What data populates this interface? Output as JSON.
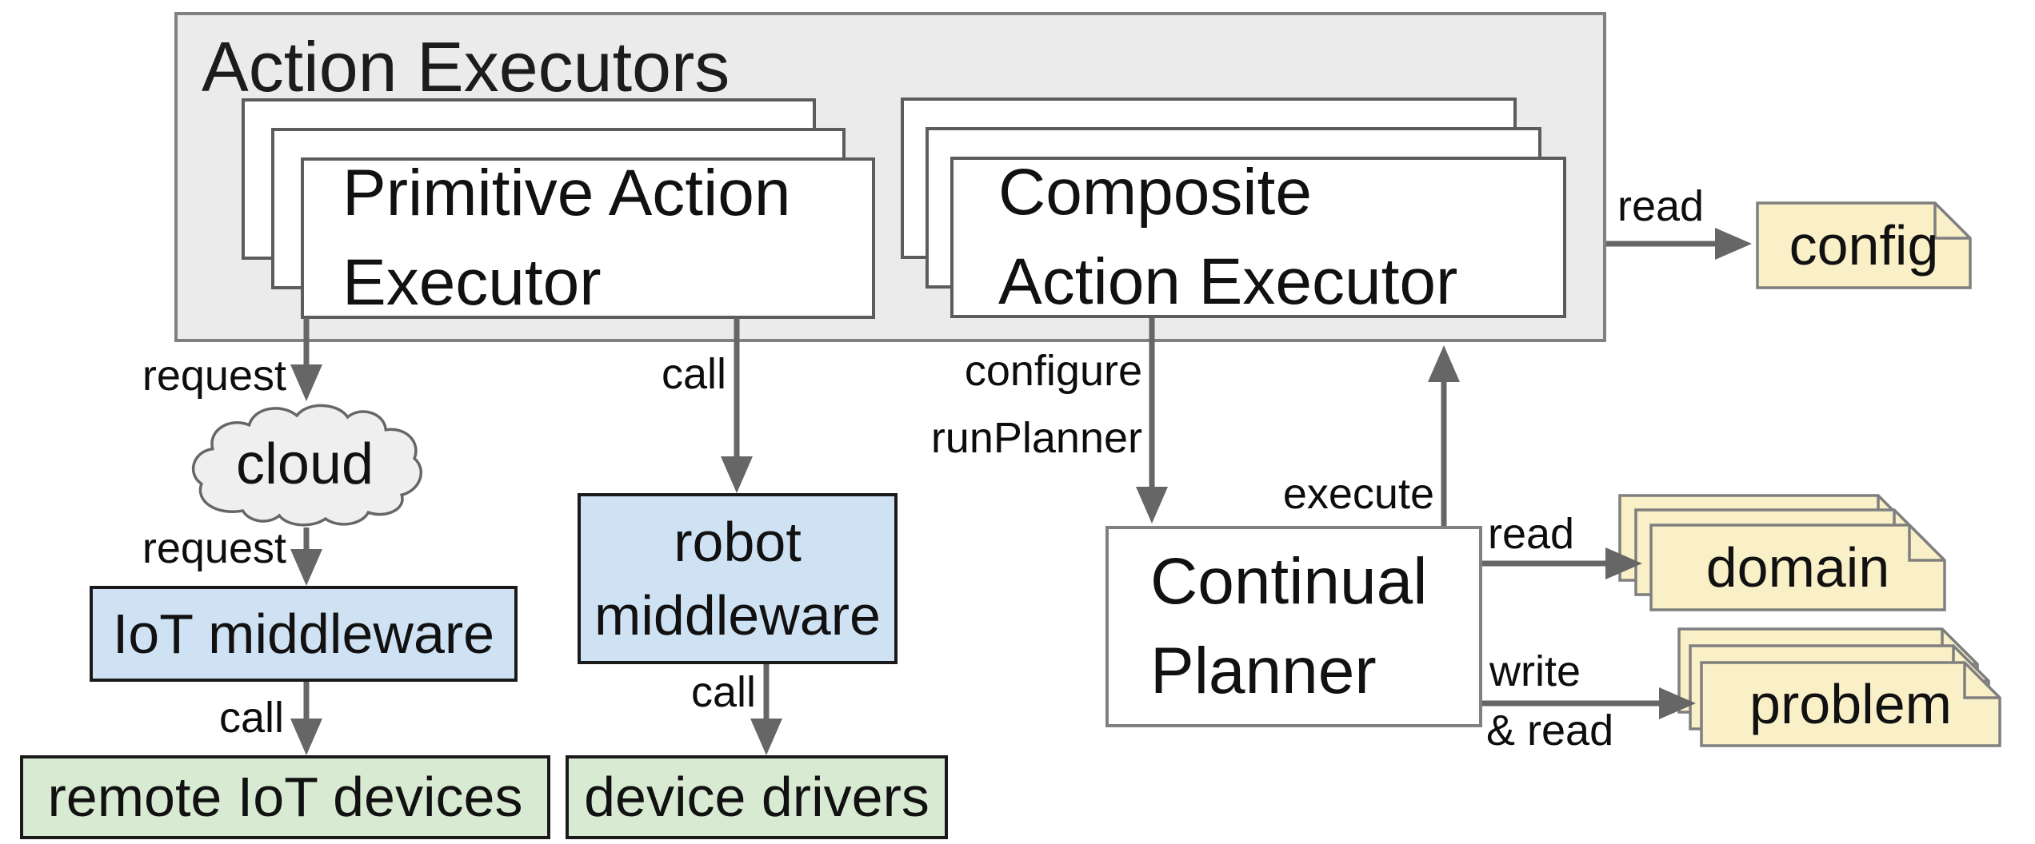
{
  "title": "Action Executors",
  "boxes": {
    "primitive": {
      "line1": "Primitive Action",
      "line2": "Executor"
    },
    "composite": {
      "line1": "Composite",
      "line2": "Action Executor"
    },
    "planner": {
      "line1": "Continual",
      "line2": "Planner"
    },
    "robot_middleware": {
      "line1": "robot",
      "line2": "middleware"
    },
    "cloud": "cloud",
    "iot_middleware": "IoT middleware",
    "remote_iot_devices": "remote IoT devices",
    "device_drivers": "device drivers"
  },
  "notes": {
    "config": "config",
    "domain": "domain",
    "problem": "problem"
  },
  "edge_labels": {
    "request_to_cloud": "request",
    "request_to_iot": "request",
    "call_to_remote": "call",
    "call_to_robot": "call",
    "call_to_drivers": "call",
    "configure": "configure",
    "run_planner": "runPlanner",
    "execute": "execute",
    "read_config": "read",
    "read_domain": "read",
    "write": "write",
    "and_read": "& read"
  },
  "colors": {
    "group_fill": "#ebebeb",
    "group_border": "#808080",
    "box_border": "#5c5c5c",
    "blue_fill": "#cfe2f3",
    "green_fill": "#d9ead3",
    "note_fill": "#faf0c8",
    "cloud_fill": "#efefef",
    "arrow": "#666666"
  }
}
